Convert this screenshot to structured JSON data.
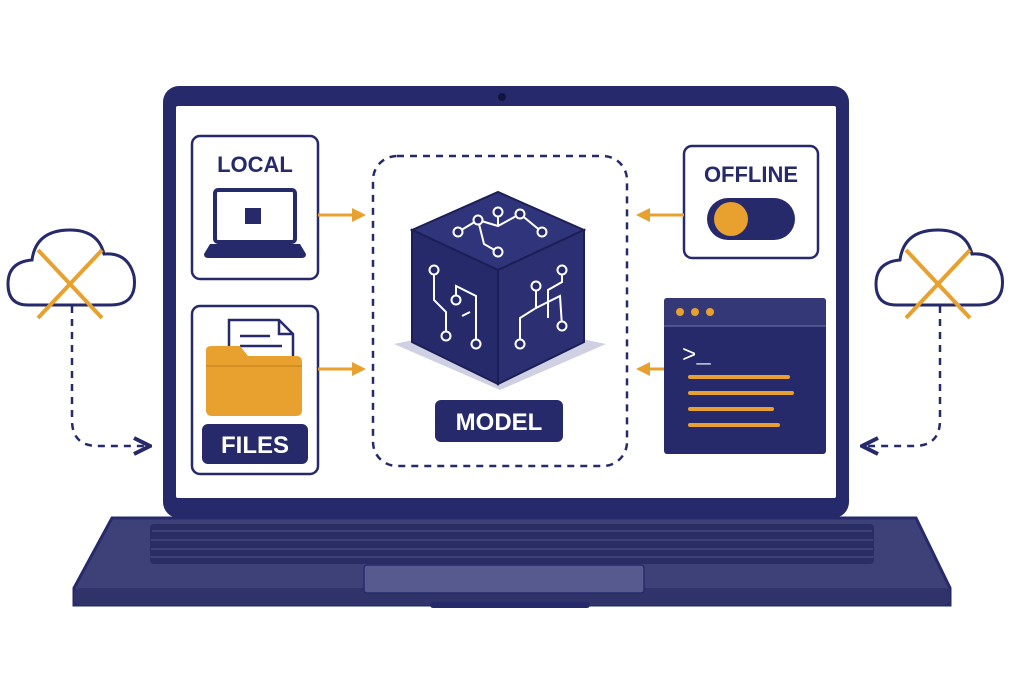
{
  "labels": {
    "local": "LOCAL",
    "offline": "OFFLINE",
    "model": "MODEL",
    "files": "FILES"
  },
  "terminal": {
    "prompt": ">_"
  },
  "offline_toggle": {
    "state": "off"
  },
  "colors": {
    "navy": "#262a6b",
    "accent": "#e8a02e",
    "screen_bg": "#ffffff",
    "laptop_body": "#3b3f78"
  },
  "icons": {
    "left_cloud": "cloud-crossed-icon",
    "right_cloud": "cloud-crossed-icon",
    "local_laptop": "laptop-icon",
    "files_folder": "folder-icon",
    "model_cube": "circuit-cube-icon",
    "terminal": "terminal-icon",
    "toggle": "toggle-switch-icon"
  }
}
